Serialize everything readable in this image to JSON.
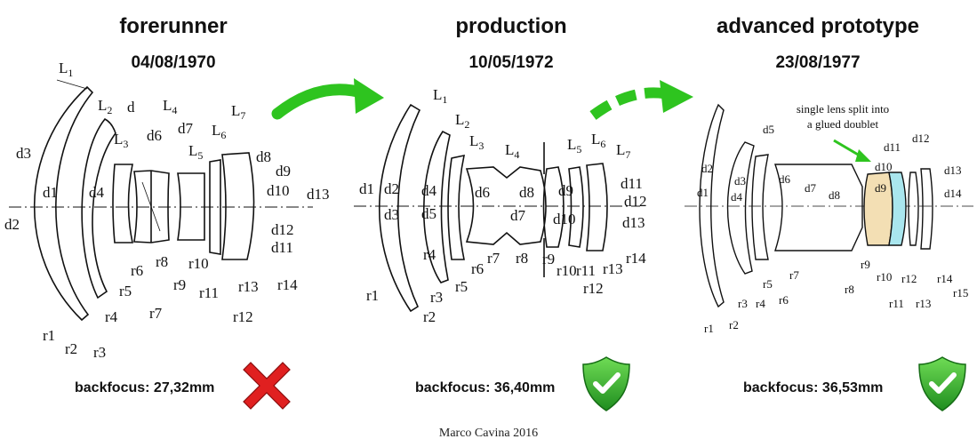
{
  "columns": [
    {
      "title": "forerunner",
      "date": "04/08/1970",
      "backfocus": "backfocus: 27,32mm",
      "status": "cross-icon"
    },
    {
      "title": "production",
      "date": "10/05/1972",
      "backfocus": "backfocus: 36,40mm",
      "status": "check-shield-icon"
    },
    {
      "title": "advanced prototype",
      "date": "23/08/1977",
      "backfocus": "backfocus: 36,53mm",
      "status": "check-shield-icon"
    }
  ],
  "annotation": {
    "line1": "single lens split into",
    "line2": "a glued doublet"
  },
  "credit": "Marco Cavina 2016",
  "diagram1_labels": [
    "L1",
    "L2",
    "L3",
    "L4",
    "L5",
    "L6",
    "L7",
    "d",
    "d3",
    "d1",
    "d2",
    "d4",
    "d6",
    "d7",
    "d8",
    "d9",
    "d10",
    "d13",
    "d12",
    "d11",
    "r1",
    "r2",
    "r3",
    "r4",
    "r5",
    "r6",
    "r7",
    "r8",
    "r9",
    "r10",
    "r11",
    "r12",
    "r13",
    "r14"
  ],
  "diagram2_labels": [
    "L1",
    "L2",
    "L3",
    "L4",
    "L5",
    "L6",
    "L7",
    "d1",
    "d2",
    "d3",
    "d4",
    "d5",
    "d6",
    "d7",
    "d8",
    "d9",
    "d10",
    "d11",
    "d12",
    "d13",
    "r1",
    "r2",
    "r3",
    "r4",
    "r5",
    "r6",
    "r7",
    "r8",
    "r9",
    "r10",
    "r11",
    "r12",
    "r13",
    "r14"
  ],
  "diagram3_labels": [
    "d1",
    "d2",
    "d3",
    "d4",
    "d5",
    "d6",
    "d7",
    "d8",
    "d9",
    "d10",
    "d11",
    "d12",
    "d13",
    "d14",
    "r1",
    "r2",
    "r3",
    "r4",
    "r5",
    "r6",
    "r7",
    "r8",
    "r9",
    "r10",
    "r11",
    "r12",
    "r13",
    "r14",
    "r15"
  ],
  "colors": {
    "arrow": "#2ec41f",
    "doublet_front": "#f3dfb4",
    "doublet_rear": "#a9e6ee",
    "cross": "#e02020",
    "shield": "#2aa12a"
  }
}
